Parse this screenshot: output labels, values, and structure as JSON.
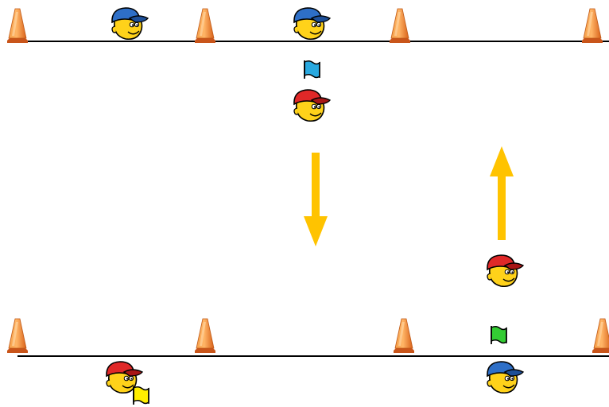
{
  "diagram": {
    "cone_icon": "traffic-cone-icon",
    "player_icon": "player-cap-icon",
    "flag_icon": "flag-icon",
    "arrow_icon": "arrow-icon",
    "lines": [
      {
        "name": "top-boundary-line"
      },
      {
        "name": "bottom-boundary-line"
      }
    ],
    "cones": [
      {
        "name": "cone-top-1"
      },
      {
        "name": "cone-top-2"
      },
      {
        "name": "cone-top-3"
      },
      {
        "name": "cone-top-4"
      },
      {
        "name": "cone-bottom-1"
      },
      {
        "name": "cone-bottom-2"
      },
      {
        "name": "cone-bottom-3"
      },
      {
        "name": "cone-bottom-4"
      }
    ],
    "players": [
      {
        "name": "blue-player-top-left",
        "team": "blue"
      },
      {
        "name": "blue-player-top-center",
        "team": "blue"
      },
      {
        "name": "red-player-center",
        "team": "red"
      },
      {
        "name": "red-player-right",
        "team": "red"
      },
      {
        "name": "red-player-bottom-left",
        "team": "red"
      },
      {
        "name": "blue-player-bottom-right",
        "team": "blue"
      }
    ],
    "flags": [
      {
        "name": "blue-flag",
        "color": "#29a9e0"
      },
      {
        "name": "green-flag",
        "color": "#33cc33"
      },
      {
        "name": "yellow-flag",
        "color": "#ffee00"
      }
    ],
    "arrows": [
      {
        "name": "arrow-down",
        "direction": "down"
      },
      {
        "name": "arrow-up",
        "direction": "up"
      }
    ],
    "colors": {
      "blue_cap": "#2e6fc7",
      "red_cap": "#e02828",
      "face": "#ffd21a",
      "cone": "#f07c1e",
      "arrow": "#ffc300",
      "line": "#000000"
    }
  }
}
